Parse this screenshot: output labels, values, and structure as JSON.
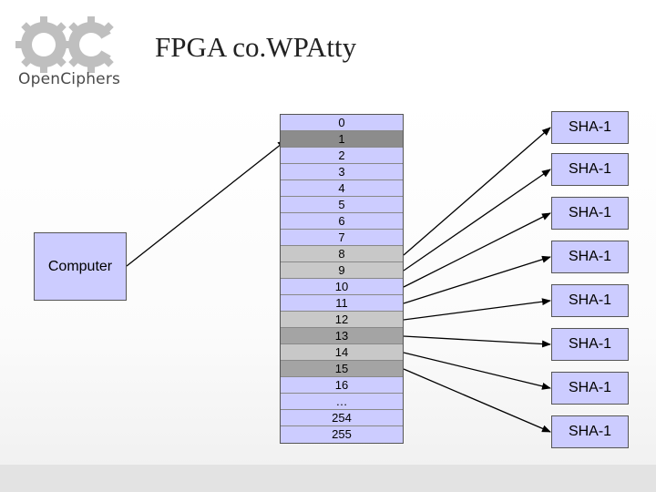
{
  "header": {
    "logo_text": "OpenCiphers",
    "title": "FPGA co.WPAtty"
  },
  "computer": {
    "label": "Computer"
  },
  "memory": {
    "cells": [
      {
        "label": "0",
        "shade": "light"
      },
      {
        "label": "1",
        "shade": "dark"
      },
      {
        "label": "2",
        "shade": "light"
      },
      {
        "label": "3",
        "shade": "light"
      },
      {
        "label": "4",
        "shade": "light"
      },
      {
        "label": "5",
        "shade": "light"
      },
      {
        "label": "6",
        "shade": "light"
      },
      {
        "label": "7",
        "shade": "light"
      },
      {
        "label": "8",
        "shade": "grey"
      },
      {
        "label": "9",
        "shade": "grey"
      },
      {
        "label": "10",
        "shade": "light"
      },
      {
        "label": "11",
        "shade": "light"
      },
      {
        "label": "12",
        "shade": "grey"
      },
      {
        "label": "13",
        "shade": "mid"
      },
      {
        "label": "14",
        "shade": "grey"
      },
      {
        "label": "15",
        "shade": "mid"
      },
      {
        "label": "16",
        "shade": "light"
      },
      {
        "label": "…",
        "shade": "light"
      },
      {
        "label": "254",
        "shade": "light"
      },
      {
        "label": "255",
        "shade": "light"
      }
    ]
  },
  "sha_units": [
    "SHA-1",
    "SHA-1",
    "SHA-1",
    "SHA-1",
    "SHA-1",
    "SHA-1",
    "SHA-1",
    "SHA-1"
  ],
  "colors": {
    "box_fill": "#ccccff",
    "cell_dark": "#8c8c8c",
    "cell_grey": "#c8c8c8",
    "cell_mid": "#a4a4a4",
    "gear": "#bfbfbf",
    "arrow": "#000000"
  }
}
